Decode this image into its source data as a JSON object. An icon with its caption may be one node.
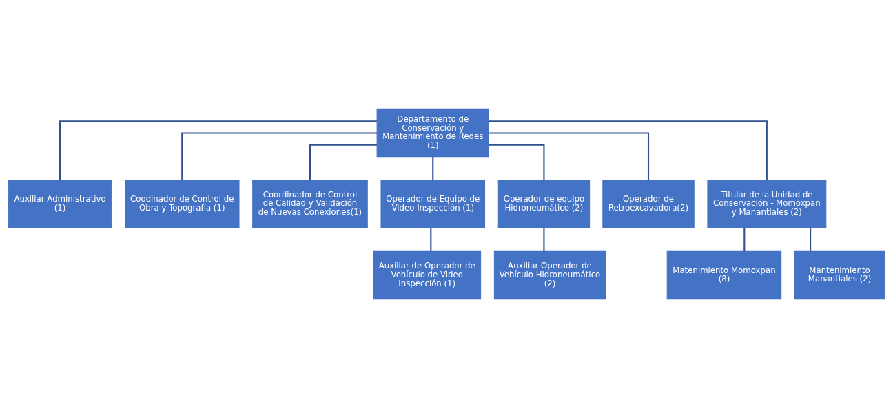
{
  "diagram": {
    "nodes": [
      {
        "text": [
          "Departamento de Conservación y Mantenimiento de Redes (1)"
        ]
      },
      {
        "text": [
          "Auxiliar Administrativo (1)"
        ]
      },
      {
        "text": [
          "Coodinador de Control de Obra y Topografía (1)"
        ]
      },
      {
        "text": [
          "Coordinador de Control de Calidad y Validación de Nuevas Conexiones(1)"
        ]
      },
      {
        "text": [
          "Operador de Equipo de Video Inspección (1)"
        ]
      },
      {
        "text": [
          "Operador de equipo Hidroneumático (2)"
        ]
      },
      {
        "text": [
          "Operador de Retroexcavadora(2)"
        ]
      },
      {
        "text": [
          "Titular de la Unidad de Conservación - Momoxpan y Manantiales (2)"
        ]
      },
      {
        "text": [
          "Auxiliar de Operador de Vehículo de Video Inspección (1)"
        ]
      },
      {
        "text": [
          "Auxiliar Operador de Vehículo Hidroneumático (2)"
        ]
      },
      {
        "text": [
          "Matenimiento Momoxpan (8)"
        ]
      },
      {
        "text": [
          "Mantenimiento Manantiales (2)"
        ]
      }
    ],
    "edges": [
      {
        "from": 0,
        "to": 1,
        "arrow": "none"
      },
      {
        "from": 0,
        "to": 2,
        "arrow": "none"
      },
      {
        "from": 0,
        "to": 3,
        "arrow": "none"
      },
      {
        "from": 0,
        "to": 4,
        "arrow": "none"
      },
      {
        "from": 0,
        "to": 5,
        "arrow": "none"
      },
      {
        "from": 0,
        "to": 6,
        "arrow": "none"
      },
      {
        "from": 0,
        "to": 7,
        "arrow": "none"
      },
      {
        "from": 4,
        "to": 8,
        "arrow": "none"
      },
      {
        "from": 5,
        "to": 9,
        "arrow": "none"
      },
      {
        "from": 7,
        "to": 10,
        "arrow": "none"
      },
      {
        "from": 7,
        "to": 11,
        "arrow": "none"
      }
    ]
  }
}
